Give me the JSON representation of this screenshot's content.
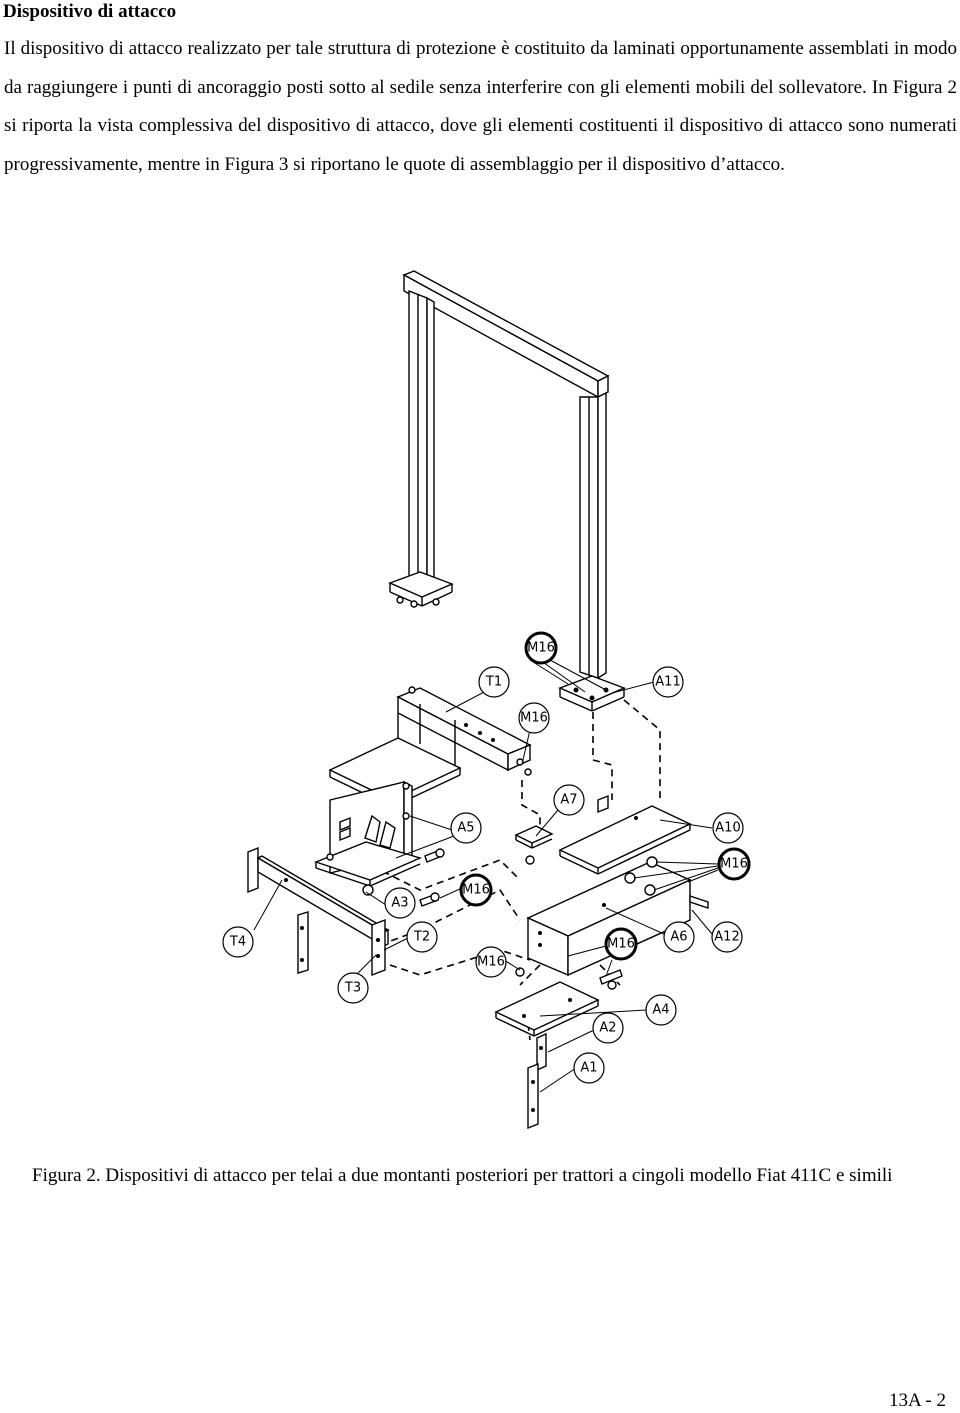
{
  "heading": "Dispositivo di attacco",
  "paragraph": "Il dispositivo di attacco realizzato per tale struttura di protezione è costituito da laminati opportunamente assemblati in modo da raggiungere i punti di ancoraggio posti sotto al sedile senza interferire con gli elementi mobili del sollevatore. In Figura 2 si riporta la vista complessiva del dispositivo di attacco, dove gli elementi costituenti il dispositivo di attacco sono numerati progressivamente, mentre in Figura 3 si riportano le quote di assemblaggio per il dispositivo d’attacco.",
  "figure": {
    "labels": {
      "T1": "T1",
      "T2": "T2",
      "T3": "T3",
      "T4": "T4",
      "A1": "A1",
      "A2": "A2",
      "A3": "A3",
      "A4": "A4",
      "A5": "A5",
      "A6": "A6",
      "A7": "A7",
      "A10": "A10",
      "A11": "A11",
      "A12": "A12",
      "M16": "M16"
    }
  },
  "caption": "Figura 2. Dispositivi di attacco per telai a due montanti posteriori per trattori a cingoli modello Fiat 411C e simili",
  "page_number": "13A - 2"
}
